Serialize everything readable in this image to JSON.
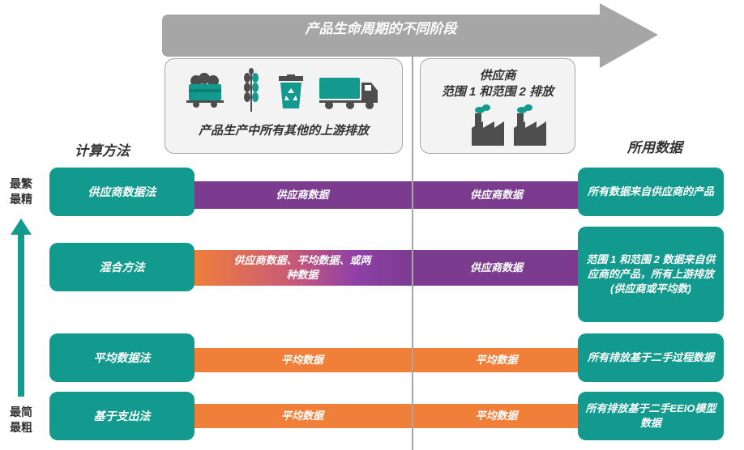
{
  "lifecycle": {
    "title": "产品生命周期的不同阶段"
  },
  "upstream_box": {
    "label": "产品生产中所有其他的上游排放"
  },
  "supplier_box": {
    "line1": "供应商",
    "line2": "范围 1 和范围 2 排放"
  },
  "headings": {
    "methods": "计算方法",
    "data": "所用数据"
  },
  "precision": {
    "top_line1": "最繁",
    "top_line2": "最精",
    "bottom_line1": "最简",
    "bottom_line2": "最粗"
  },
  "rows": [
    {
      "method": "供应商数据法",
      "left_bar": "供应商数据",
      "right_bar": "供应商数据",
      "data": "所有数据来自供应商的产品",
      "left_color": "purple",
      "right_color": "purple"
    },
    {
      "method": "混合方法",
      "left_bar": "供应商数据、平均数据、或两种数据",
      "right_bar": "供应商数据",
      "data": "范围 1 和范围 2 数据来自供应商的产品，所有上游排放(供应商或平均数)",
      "left_color": "mixed",
      "right_color": "purple"
    },
    {
      "method": "平均数据法",
      "left_bar": "平均数据",
      "right_bar": "平均数据",
      "data": "所有排放基于二手过程数据",
      "left_color": "orange",
      "right_color": "orange"
    },
    {
      "method": "基于支出法",
      "left_bar": "平均数据",
      "right_bar": "平均数据",
      "data": "所有排放基于二手EEIO模型数据",
      "left_color": "orange",
      "right_color": "orange"
    }
  ],
  "icons": [
    "coal-cart-icon",
    "wheat-icon",
    "recycle-bin-icon",
    "truck-icon",
    "factory-icon",
    "factory-icon"
  ],
  "colors": {
    "teal": "#139a8e",
    "purple": "#7b3b8f",
    "orange": "#f07f3a",
    "arrow_gray": "#a6a6a6"
  }
}
